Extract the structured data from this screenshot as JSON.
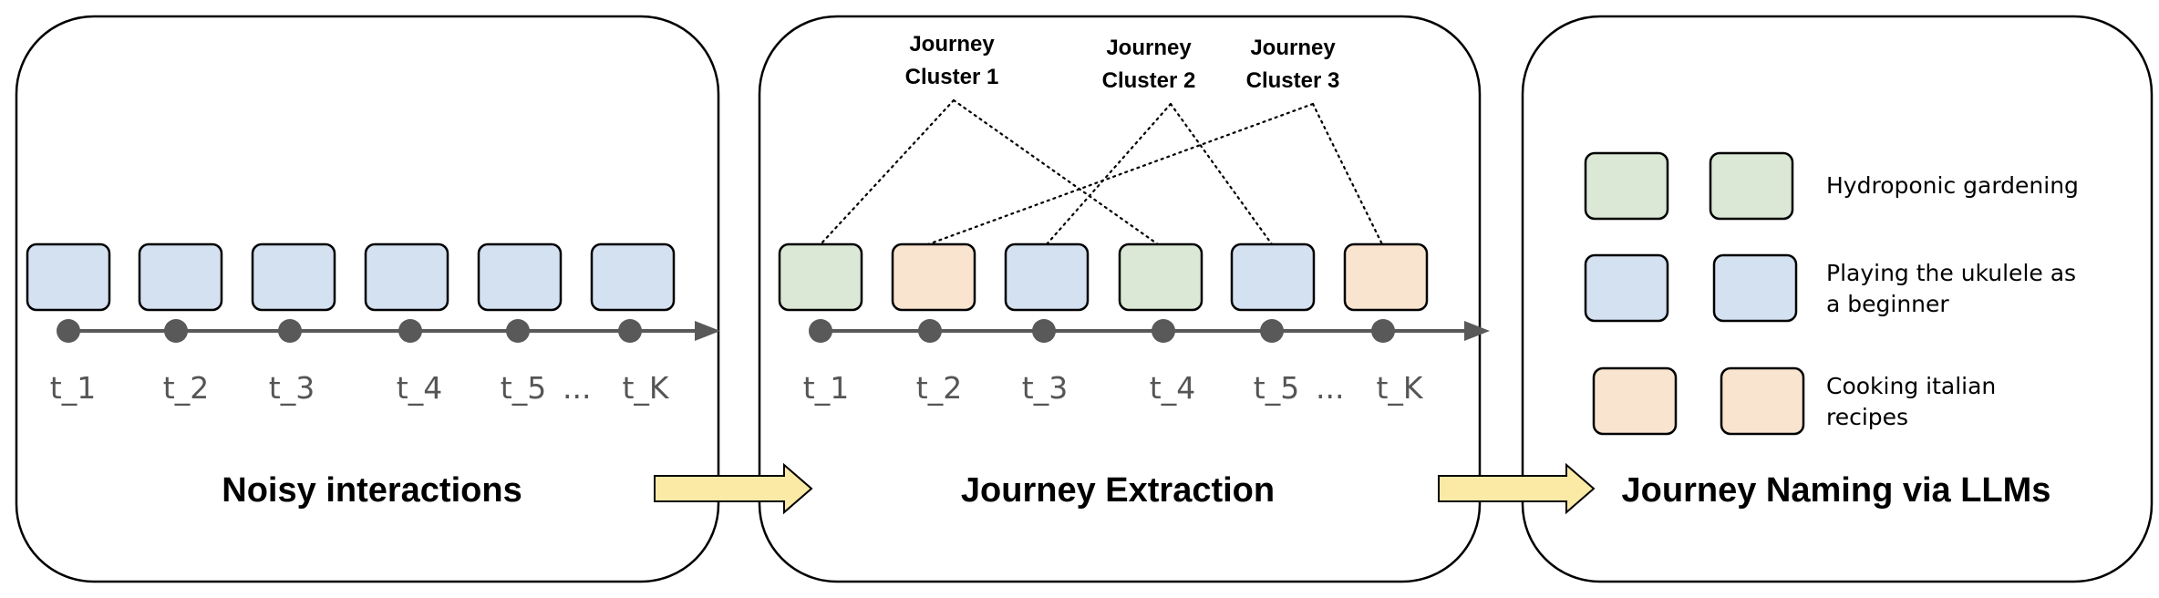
{
  "colors": {
    "blue": "#d3e1f0",
    "green": "#dbe8d5",
    "peach": "#f9e4cf",
    "arrow_fill": "#fbe9a6",
    "axis": "#595959",
    "dot": "#595959"
  },
  "panel1": {
    "title": "Noisy interactions",
    "time_labels": [
      "t_1",
      "t_2",
      "t_3",
      "t_4",
      "t_5",
      "t_K"
    ],
    "ellipsis": "...",
    "block_colors": [
      "blue",
      "blue",
      "blue",
      "blue",
      "blue",
      "blue"
    ]
  },
  "panel2": {
    "title": "Journey Extraction",
    "time_labels": [
      "t_1",
      "t_2",
      "t_3",
      "t_4",
      "t_5",
      "t_K"
    ],
    "ellipsis": "...",
    "block_colors": [
      "green",
      "peach",
      "blue",
      "green",
      "blue",
      "peach"
    ],
    "clusters": [
      {
        "line1": "Journey",
        "line2": "Cluster 1",
        "members": [
          1,
          4
        ]
      },
      {
        "line1": "Journey",
        "line2": "Cluster 2",
        "members": [
          3,
          5
        ]
      },
      {
        "line1": "Journey",
        "line2": "Cluster 3",
        "members": [
          2,
          6
        ]
      }
    ]
  },
  "panel3": {
    "title": "Journey Naming via LLMs",
    "journeys": [
      {
        "color": "green",
        "name_line1": "Hydroponic gardening",
        "name_line2": ""
      },
      {
        "color": "blue",
        "name_line1": "Playing the ukulele as",
        "name_line2": "a beginner"
      },
      {
        "color": "peach",
        "name_line1": "Cooking italian",
        "name_line2": "recipes"
      }
    ]
  }
}
